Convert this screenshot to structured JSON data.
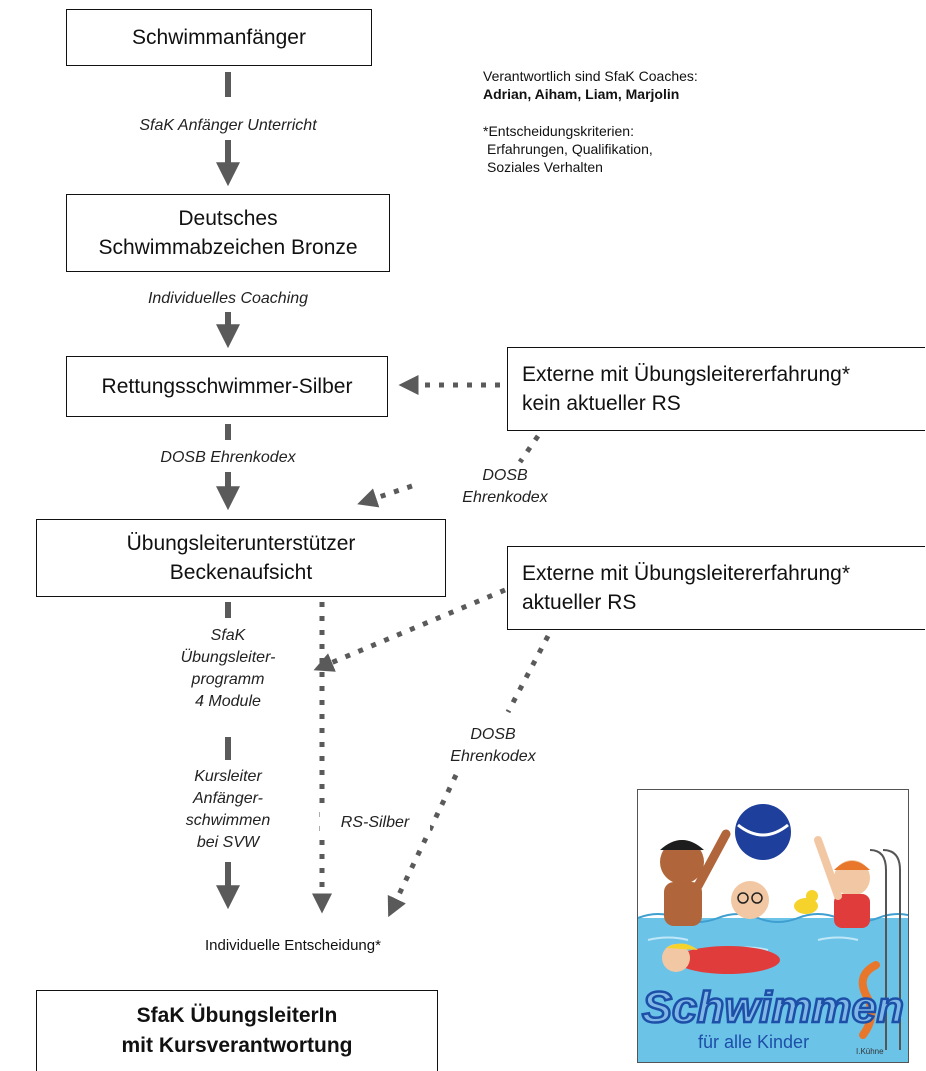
{
  "boxes": {
    "beginner": "Schwimmanfänger",
    "bronze_1": "Deutsches",
    "bronze_2": "Schwimmabzeichen Bronze",
    "silver": "Rettungsschwimmer-Silber",
    "assistant_1": "Übungsleiterunterstützer",
    "assistant_2": "Beckenaufsicht",
    "final_1": "SfaK ÜbungsleiterIn",
    "final_2": "mit Kursverantwortung",
    "external_1_line1": "Externe mit Übungsleitererfahrung*",
    "external_1_line2": "kein aktueller RS",
    "external_2_line1": "Externe mit Übungsleitererfahrung*",
    "external_2_line2": "aktueller RS"
  },
  "labels": {
    "beginner_lessons": "SfaK Anfänger Unterricht",
    "coaching": "Individuelles Coaching",
    "dosb_main": "DOSB Ehrenkodex",
    "dosb_ext1_1": "DOSB",
    "dosb_ext1_2": "Ehrenkodex",
    "program_1": "SfaK",
    "program_2": "Übungsleiter-",
    "program_3": "programm",
    "program_4": "4 Module",
    "course_1": "Kursleiter",
    "course_2": "Anfänger-",
    "course_3": "schwimmen",
    "course_4": "bei SVW",
    "rs_silver": "RS-Silber",
    "dosb_ext2_1": "DOSB",
    "dosb_ext2_2": "Ehrenkodex",
    "decision": "Individuelle Entscheidung*"
  },
  "notes": {
    "responsible": "Verantwortlich sind SfaK Coaches:",
    "coaches": "Adrian, Aiham, Liam, Marjolin",
    "criteria_title": "*Entscheidungskriterien:",
    "criteria_1": "Erfahrungen, Qualifikation,",
    "criteria_2": "Soziales Verhalten"
  },
  "logo": {
    "title": "Schwimmen",
    "subtitle": "für alle Kinder",
    "signature": "I.Kühne"
  },
  "colors": {
    "arrow": "#5a5a5a",
    "water": "#6cc3e8",
    "logo_text": "#1d4fa8",
    "logo_text_fill": "#7fb8e6"
  }
}
